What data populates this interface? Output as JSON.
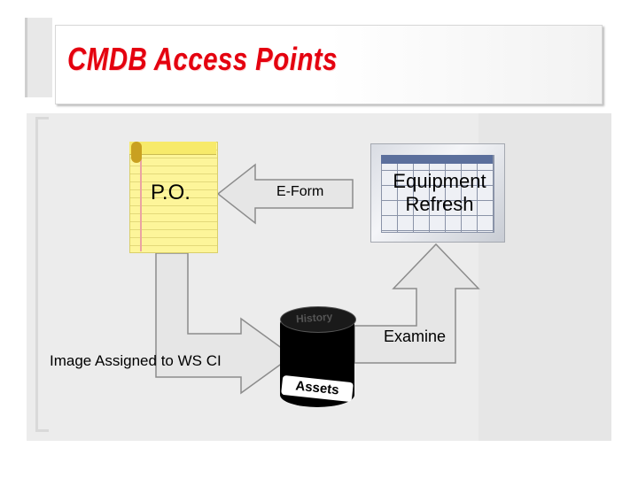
{
  "slide": {
    "title": "CMDB Access Points"
  },
  "diagram": {
    "po_label": "P.O.",
    "eform_label": "E-Form",
    "equipment_label": "Equipment Refresh",
    "examine_label": "Examine",
    "image_label": "Image Assigned to WS CI",
    "db_label": "Assets",
    "db_top_label": "History"
  },
  "colors": {
    "title": "#e4000f",
    "arrow_fill": "#e6e6e6",
    "arrow_stroke": "#8c8c8c",
    "database": "#000000",
    "notepad": "#fdf59a"
  }
}
